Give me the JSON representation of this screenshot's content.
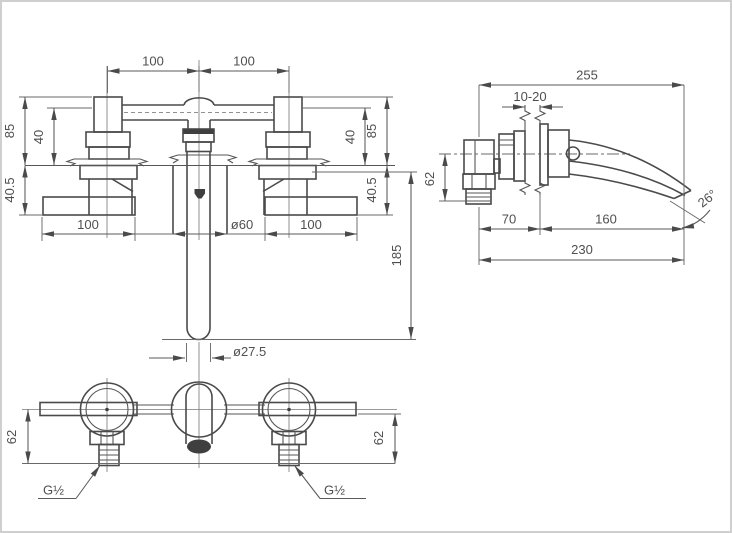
{
  "colors": {
    "background": "#ffffff",
    "line": "#4a4a4a",
    "text": "#4f4f4f",
    "border": "#cfcfcf"
  },
  "front_view": {
    "dims": {
      "top_left_100": "100",
      "top_right_100": "100",
      "left_85": "85",
      "left_40": "40",
      "left_40_5": "40.5",
      "right_40": "40",
      "right_85": "85",
      "right_40_5": "40.5",
      "bottom_left_100": "100",
      "dia_60": "ø60",
      "bottom_right_100": "100",
      "height_185": "185",
      "dia_27_5": "ø27.5"
    }
  },
  "side_view": {
    "dims": {
      "depth_total_255": "255",
      "wall_thickness_range": "10-20",
      "inlet_62": "62",
      "offset_70": "70",
      "reach_160": "160",
      "total_230": "230",
      "spout_angle_26": "26°"
    }
  },
  "top_view": {
    "dims": {
      "left_62": "62",
      "right_62": "62",
      "left_thread": "G½",
      "right_thread": "G½"
    }
  }
}
